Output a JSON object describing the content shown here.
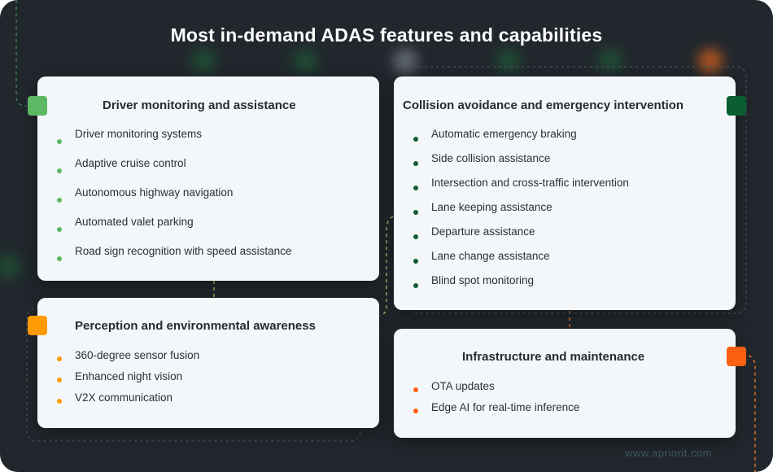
{
  "title": "Most in-demand ADAS features and capabilities",
  "colors": {
    "background": "#21272d",
    "card": "#f4f7f9",
    "light_green": "#5db863",
    "dark_green": "#0b5e30",
    "amber": "#ff9a05",
    "orange": "#fb6013"
  },
  "cards": [
    {
      "heading": "Driver monitoring and assistance",
      "accent": "#5db863",
      "items": [
        "Driver monitoring systems",
        "Adaptive cruise control",
        "Autonomous highway navigation",
        "Automated valet parking",
        "Road sign recognition with speed assistance"
      ]
    },
    {
      "heading": "Collision avoidance and emergency intervention",
      "accent": "#0b5e30",
      "items": [
        "Automatic emergency braking",
        "Side collision assistance",
        "Intersection and cross-traffic intervention",
        "Lane keeping assistance",
        "Departure assistance",
        "Lane change assistance",
        "Blind spot monitoring"
      ]
    },
    {
      "heading": "Perception and environmental awareness",
      "accent": "#ff9a05",
      "items": [
        "360-degree sensor fusion",
        "Enhanced night vision",
        "V2X communication"
      ]
    },
    {
      "heading": "Infrastructure and maintenance",
      "accent": "#fb6013",
      "items": [
        "OTA updates",
        "Edge AI for real-time inference"
      ]
    }
  ],
  "footer": "www.apriorit.com"
}
